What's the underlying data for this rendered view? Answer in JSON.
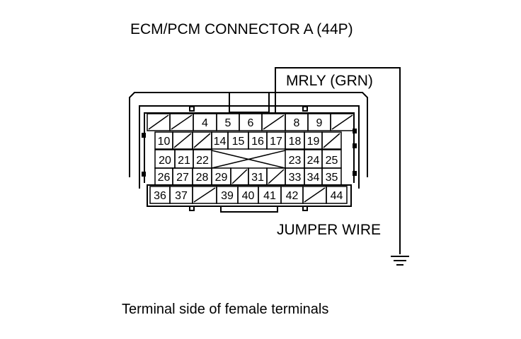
{
  "title": "ECM/PCM CONNECTOR A (44P)",
  "wire_label": "MRLY (GRN)",
  "jumper_label": "JUMPER WIRE",
  "caption": "Terminal side of female terminals",
  "terminals": {
    "row1": [
      "",
      "",
      "4",
      "5",
      "6",
      "",
      "8",
      "9"
    ],
    "row2": [
      "10",
      "",
      "",
      "14",
      "15",
      "16",
      "17",
      "18",
      "19"
    ],
    "row3": [
      "20",
      "21",
      "22",
      "23",
      "24",
      "25"
    ],
    "row4": [
      "26",
      "27",
      "28",
      "29",
      "",
      "31",
      "",
      "33",
      "34",
      "35"
    ],
    "row5": [
      "36",
      "37",
      "",
      "39",
      "40",
      "41",
      "42",
      "",
      "44"
    ]
  },
  "jumper_terminal": "6",
  "ground_symbol": "ground-icon"
}
